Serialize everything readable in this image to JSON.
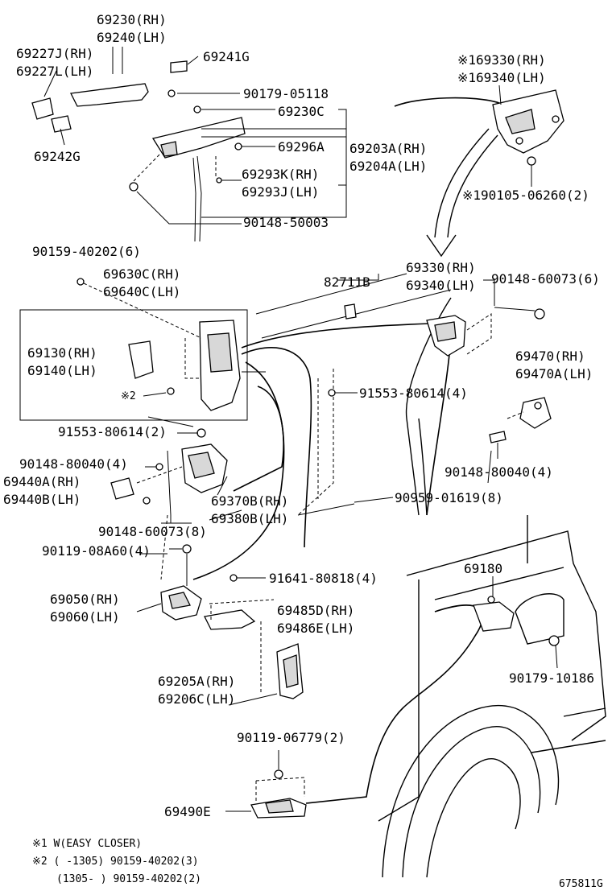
{
  "labels": {
    "l69230": "69230(RH)",
    "l69240": "69240(LH)",
    "l69227J": "69227J(RH)",
    "l69227L": "69227L(LH)",
    "l69241G": "69241G",
    "l69242G": "69242G",
    "l90179_05118": "90179-05118",
    "l69230C": "69230C",
    "l69296A": "69296A",
    "l69203A": "69203A(RH)",
    "l69204A": "69204A(LH)",
    "l69293K": "69293K(RH)",
    "l69293J": "69293J(LH)",
    "l90148_50003": "90148-50003",
    "l69330_top": "※169330(RH)",
    "l69340_top": "※169340(LH)",
    "l90105": "※190105-06260(2)",
    "l90159_40202_6": "90159-40202(6)",
    "l69630C": "69630C(RH)",
    "l69640C": "69640C(LH)",
    "l82711B": "82711B",
    "l69330": "69330(RH)",
    "l69340": "69340(LH)",
    "l90148_60073_6": "90148-60073(6)",
    "l69130": "69130(RH)",
    "l69140": "69140(LH)",
    "l_note2": "※2",
    "l91553_4": "91553-80614(4)",
    "l69470": "69470(RH)",
    "l69470A": "69470A(LH)",
    "l91553_2": "91553-80614(2)",
    "l90148_80040_l": "90148-80040(4)",
    "l69440A": "69440A(RH)",
    "l69440B": "69440B(LH)",
    "l90148_80040_r": "90148-80040(4)",
    "l69370B": "69370B(RH)",
    "l69380B": "69380B(LH)",
    "l90959": "90959-01619(8)",
    "l90148_60073_8": "90148-60073(8)",
    "l90119_08A60": "90119-08A60(4)",
    "l91641": "91641-80818(4)",
    "l69180": "69180",
    "l69050": "69050(RH)",
    "l69060": "69060(LH)",
    "l69485D": "69485D(RH)",
    "l69486E": "69486E(LH)",
    "l90179_10186": "90179-10186",
    "l69205A": "69205A(RH)",
    "l69206C": "69206C(LH)",
    "l90119_06779": "90119-06779(2)",
    "l69490E": "69490E"
  },
  "notes": {
    "n1": "※1 W(EASY  CLOSER)",
    "n2a": "※2 (     -1305) 90159-40202(3)",
    "n2b": "(1305-     ) 90159-40202(2)"
  },
  "code": "675811G"
}
